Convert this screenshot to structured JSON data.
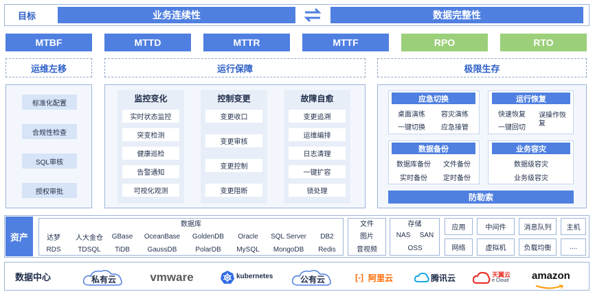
{
  "goal": {
    "label": "目标",
    "left": "业务连续性",
    "right": "数据完整性"
  },
  "metrics": [
    "MTBF",
    "MTTD",
    "MTTR",
    "MTTF",
    "RPO",
    "RTO"
  ],
  "sections": {
    "shift_left": "运维左移",
    "ops_guarantee": "运行保障",
    "extreme_survival": "极限生存"
  },
  "left_items": [
    "标准化配置",
    "合规性检查",
    "SQL审核",
    "授权审批"
  ],
  "columns": [
    {
      "title": "监控变化",
      "items": [
        "实时状态监控",
        "突变检测",
        "健康巡检",
        "告警通知",
        "可视化观测"
      ]
    },
    {
      "title": "控制变更",
      "items": [
        "变更收口",
        "变更审核",
        "变更控制",
        "变更阻断"
      ]
    },
    {
      "title": "故障自愈",
      "items": [
        "变更追溯",
        "运维编排",
        "日志清理",
        "一键扩容",
        "锁处理"
      ]
    }
  ],
  "survival": {
    "emergency": {
      "title": "应急切换",
      "items": [
        "桌面演练",
        "容灾演练",
        "一键切换",
        "应急接管"
      ]
    },
    "recovery": {
      "title": "运行恢复",
      "items": [
        "快速恢复",
        "一键回切",
        "误操作恢复"
      ]
    },
    "backup": {
      "title": "数据备份",
      "items": [
        "数据库备份",
        "文件备份",
        "实时备份",
        "定时备份"
      ]
    },
    "dr": {
      "title": "业务容灾",
      "items": [
        "数据级容灾",
        "业务级容灾"
      ]
    },
    "ransom": "防勒索"
  },
  "assets": {
    "label": "资产",
    "db_title": "数据库",
    "db_row1": [
      "达梦",
      "人大金仓",
      "GBase",
      "OceanBase",
      "GoldenDB",
      "Oracle",
      "SQL Server",
      "DB2"
    ],
    "db_row2": [
      "RDS",
      "TDSQL",
      "TiDB",
      "GaussDB",
      "PolarDB",
      "MySQL",
      "MongoDB",
      "Redis"
    ],
    "file_title": "文件",
    "file_items": [
      "图片",
      "音视频"
    ],
    "storage_title": "存储",
    "storage_items": [
      "NAS",
      "SAN",
      "OSS"
    ],
    "grid": [
      "应用",
      "中间件",
      "消息队列",
      "主机",
      "网络",
      "虚拟机",
      "负载均衡",
      "...."
    ]
  },
  "datacenter": {
    "label": "数据中心",
    "providers": [
      "私有云",
      "vmware",
      "kubernetes",
      "公有云",
      "阿里云",
      "腾讯云",
      "天翼云",
      "amazon"
    ],
    "sub": "e Cloud"
  },
  "colors": {
    "blue": "#4f7fe0",
    "green": "#9ccf7a",
    "orange": "#ff6a00",
    "teal": "#1ba6e5"
  }
}
